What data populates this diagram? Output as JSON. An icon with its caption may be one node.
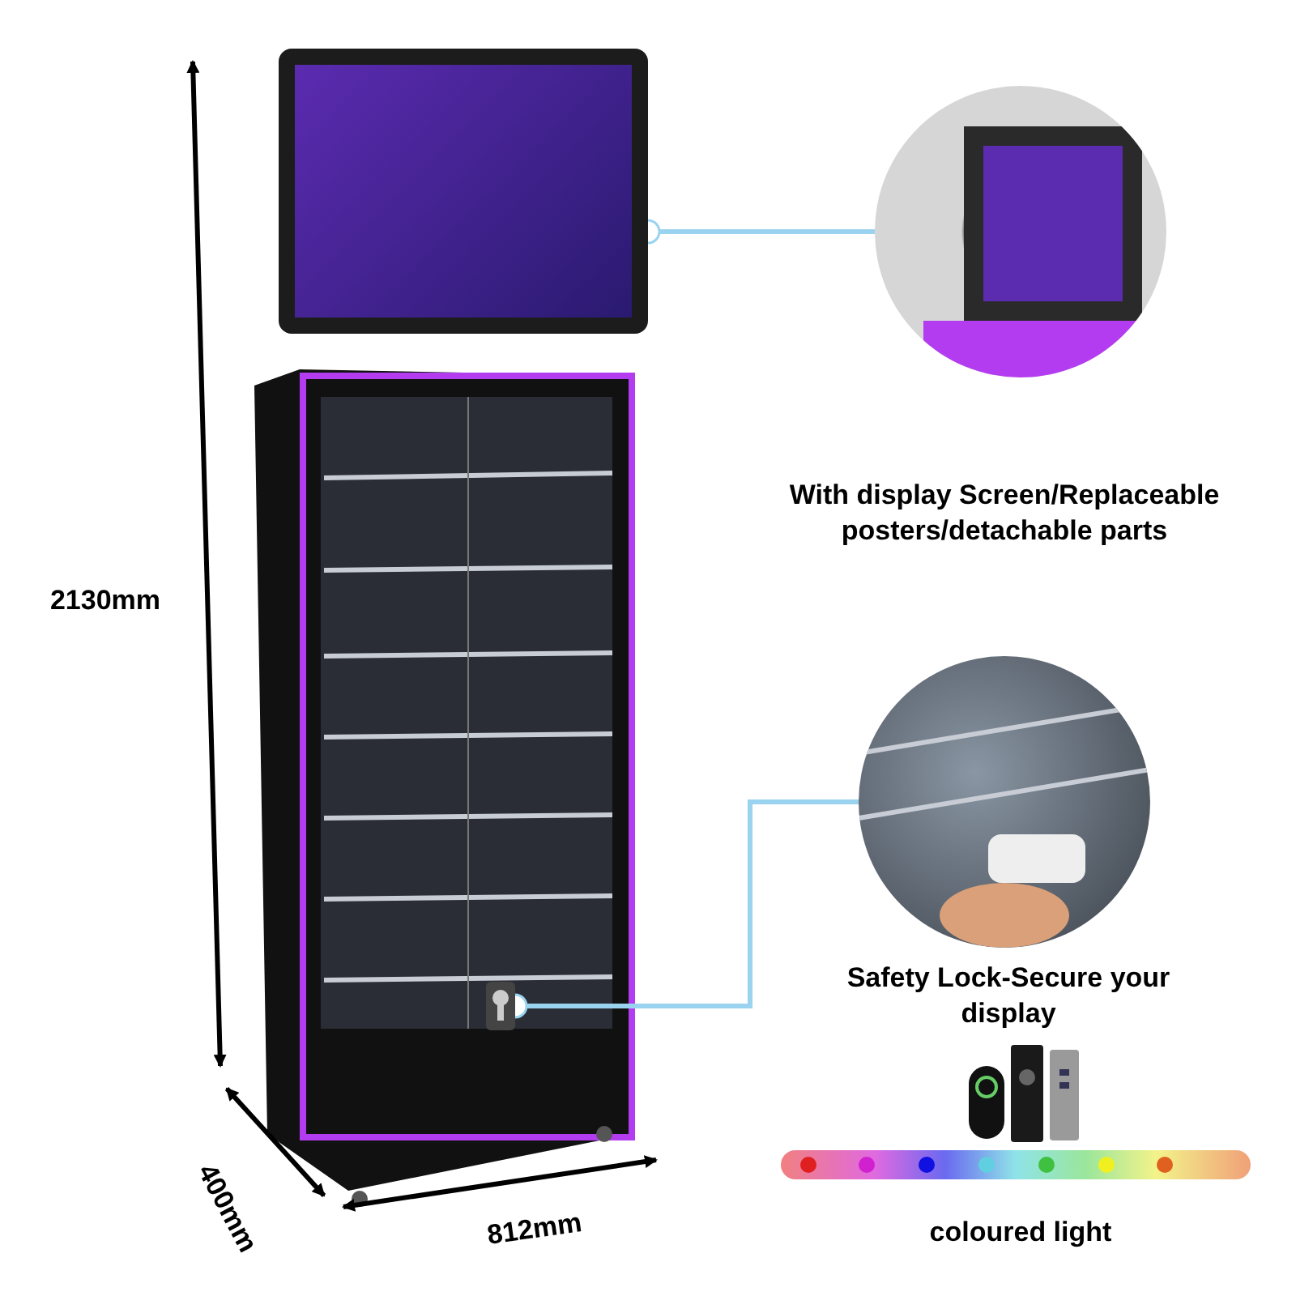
{
  "diagram": {
    "nodes": [
      {
        "text": [],
        "shape": "picture"
      },
      {
        "text": [],
        "shape": "picture",
        "beside": [
          "With display Screen/Replaceable posters/detachable parts"
        ]
      },
      {
        "text": [],
        "shape": "picture"
      },
      {
        "text": [],
        "shape": "picture",
        "beside": [
          "Safety Lock-Secure your display"
        ]
      }
    ],
    "edges": [
      {
        "from": 0,
        "to": 1,
        "arrow": "other"
      },
      {
        "from": 2,
        "to": 3,
        "arrow": "other"
      }
    ],
    "labels": [
      "2130mm",
      "400mm",
      "812mm",
      "coloured light"
    ]
  }
}
